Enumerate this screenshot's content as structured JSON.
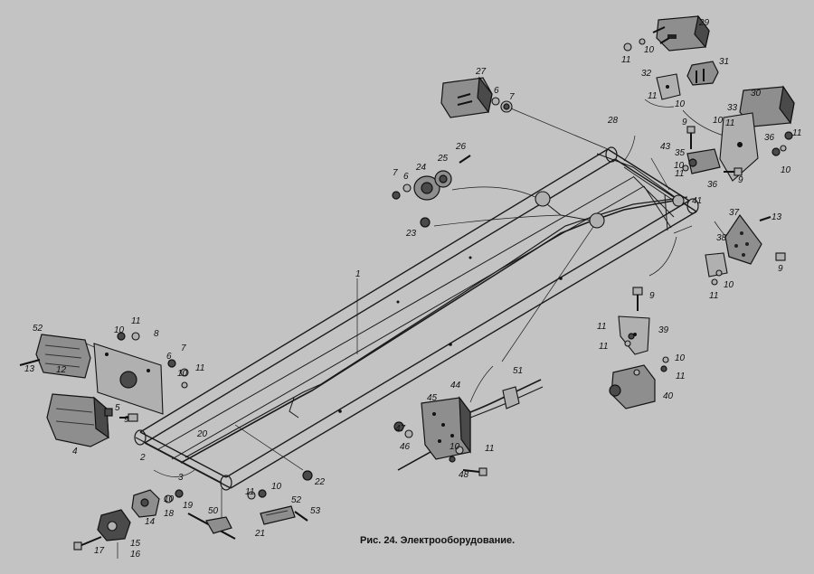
{
  "caption": "Рис. 24. Электрооборудование.",
  "callouts": [
    {
      "id": "c1",
      "text": "1"
    },
    {
      "id": "c2",
      "text": "2"
    },
    {
      "id": "c3",
      "text": "3"
    },
    {
      "id": "c4",
      "text": "4"
    },
    {
      "id": "c5",
      "text": "5"
    },
    {
      "id": "c6a",
      "text": "6"
    },
    {
      "id": "c6b",
      "text": "6"
    },
    {
      "id": "c6c",
      "text": "6"
    },
    {
      "id": "c7a",
      "text": "7"
    },
    {
      "id": "c7b",
      "text": "7"
    },
    {
      "id": "c7c",
      "text": "7"
    },
    {
      "id": "c8",
      "text": "8"
    },
    {
      "id": "c9a",
      "text": "9"
    },
    {
      "id": "c9b",
      "text": "9"
    },
    {
      "id": "c9c",
      "text": "9"
    },
    {
      "id": "c9d",
      "text": "9"
    },
    {
      "id": "c9e",
      "text": "9"
    },
    {
      "id": "c10a",
      "text": "10"
    },
    {
      "id": "c10b",
      "text": "10"
    },
    {
      "id": "c10c",
      "text": "10"
    },
    {
      "id": "c10d",
      "text": "10"
    },
    {
      "id": "c10e",
      "text": "10"
    },
    {
      "id": "c10f",
      "text": "10"
    },
    {
      "id": "c10g",
      "text": "10"
    },
    {
      "id": "c10h",
      "text": "10"
    },
    {
      "id": "c10i",
      "text": "10"
    },
    {
      "id": "c10j",
      "text": "10"
    },
    {
      "id": "c10k",
      "text": "10"
    },
    {
      "id": "c10l",
      "text": "10"
    },
    {
      "id": "c11a",
      "text": "11"
    },
    {
      "id": "c11b",
      "text": "11"
    },
    {
      "id": "c11c",
      "text": "11"
    },
    {
      "id": "c11d",
      "text": "11"
    },
    {
      "id": "c11e",
      "text": "11"
    },
    {
      "id": "c11f",
      "text": "11"
    },
    {
      "id": "c11g",
      "text": "11"
    },
    {
      "id": "c11h",
      "text": "11"
    },
    {
      "id": "c11i",
      "text": "11"
    },
    {
      "id": "c11j",
      "text": "11"
    },
    {
      "id": "c11k",
      "text": "11"
    },
    {
      "id": "c11l",
      "text": "11"
    },
    {
      "id": "c11m",
      "text": "11"
    },
    {
      "id": "c12",
      "text": "12"
    },
    {
      "id": "c13a",
      "text": "13"
    },
    {
      "id": "c13b",
      "text": "13"
    },
    {
      "id": "c14",
      "text": "14"
    },
    {
      "id": "c15",
      "text": "15"
    },
    {
      "id": "c16",
      "text": "16"
    },
    {
      "id": "c17",
      "text": "17"
    },
    {
      "id": "c18",
      "text": "18"
    },
    {
      "id": "c19",
      "text": "19"
    },
    {
      "id": "c20",
      "text": "20"
    },
    {
      "id": "c21",
      "text": "21"
    },
    {
      "id": "c22",
      "text": "22"
    },
    {
      "id": "c23",
      "text": "23"
    },
    {
      "id": "c24",
      "text": "24"
    },
    {
      "id": "c25",
      "text": "25"
    },
    {
      "id": "c26",
      "text": "26"
    },
    {
      "id": "c27",
      "text": "27"
    },
    {
      "id": "c28",
      "text": "28"
    },
    {
      "id": "c29",
      "text": "29"
    },
    {
      "id": "c30",
      "text": "30"
    },
    {
      "id": "c31",
      "text": "31"
    },
    {
      "id": "c32",
      "text": "32"
    },
    {
      "id": "c33",
      "text": "33"
    },
    {
      "id": "c35",
      "text": "35"
    },
    {
      "id": "c36a",
      "text": "36"
    },
    {
      "id": "c36b",
      "text": "36"
    },
    {
      "id": "c37",
      "text": "37"
    },
    {
      "id": "c38",
      "text": "38"
    },
    {
      "id": "c39",
      "text": "39"
    },
    {
      "id": "c40",
      "text": "40"
    },
    {
      "id": "c41",
      "text": "41"
    },
    {
      "id": "c43",
      "text": "43"
    },
    {
      "id": "c44",
      "text": "44"
    },
    {
      "id": "c45",
      "text": "45"
    },
    {
      "id": "c46",
      "text": "46"
    },
    {
      "id": "c47",
      "text": "47"
    },
    {
      "id": "c48",
      "text": "48"
    },
    {
      "id": "c50",
      "text": "50"
    },
    {
      "id": "c51",
      "text": "51"
    },
    {
      "id": "c52a",
      "text": "52"
    },
    {
      "id": "c52b",
      "text": "52"
    },
    {
      "id": "c53",
      "text": "53"
    }
  ]
}
